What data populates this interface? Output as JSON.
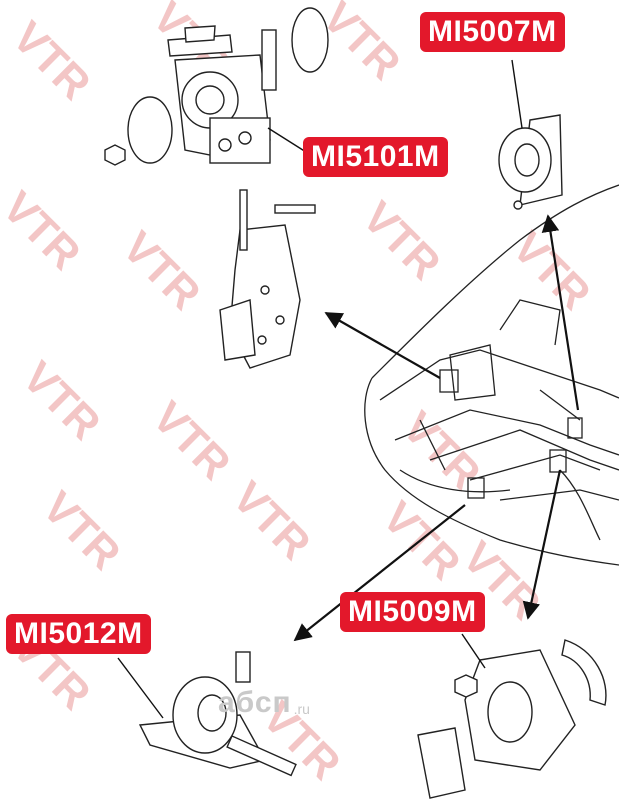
{
  "labels": {
    "engine_mount_top_right": "MI5007M",
    "engine_mount_top_left": "MI5101M",
    "engine_mount_bottom_left": "MI5012M",
    "engine_mount_bottom_right": "MI5009M"
  },
  "watermark": {
    "brand_text": "VTR",
    "logo_main": "абсп",
    "logo_suffix": ".ru"
  },
  "colors": {
    "label_background": "#e3182b",
    "label_text": "#ffffff",
    "watermark": "#f3c6c6",
    "line_art": "#222222",
    "logo": "#c9c9c9"
  },
  "icons": [
    "engine-mount-icon",
    "bracket-icon",
    "bolt-icon",
    "nut-icon",
    "washer-icon",
    "car-engine-bay-icon",
    "arrow-icon"
  ]
}
